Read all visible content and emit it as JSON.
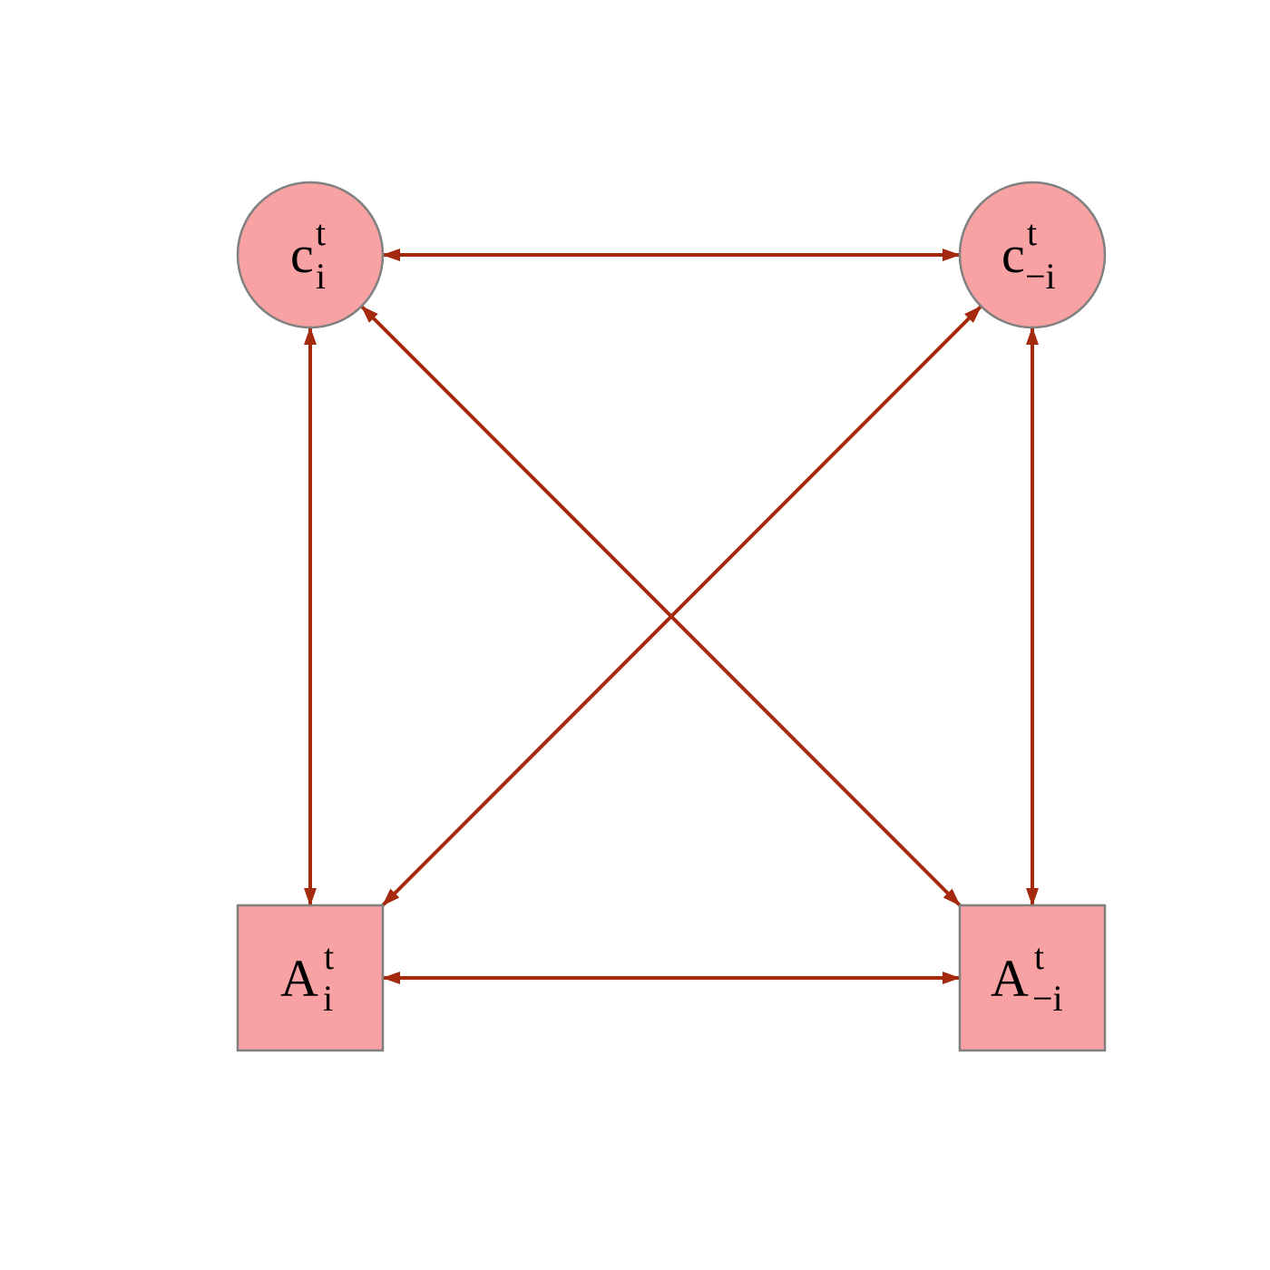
{
  "colors": {
    "node_fill": "#f8a2a3",
    "node_stroke": "#808080",
    "edge": "#a52a0d",
    "background": "#ffffff"
  },
  "nodes": [
    {
      "id": "c_i",
      "shape": "circle",
      "base": "c",
      "sup": "t",
      "sub": "i"
    },
    {
      "id": "c_neg_i",
      "shape": "circle",
      "base": "c",
      "sup": "t",
      "sub": "−i"
    },
    {
      "id": "A_i",
      "shape": "square",
      "base": "A",
      "sup": "t",
      "sub": "i"
    },
    {
      "id": "A_neg_i",
      "shape": "square",
      "base": "A",
      "sup": "t",
      "sub": "−i"
    }
  ],
  "edges": [
    {
      "from": "c_i",
      "to": "c_neg_i",
      "direction": "both"
    },
    {
      "from": "A_i",
      "to": "A_neg_i",
      "direction": "both"
    },
    {
      "from": "c_i",
      "to": "A_i",
      "direction": "both"
    },
    {
      "from": "c_neg_i",
      "to": "A_neg_i",
      "direction": "both"
    },
    {
      "from": "c_i",
      "to": "A_neg_i",
      "direction": "both"
    },
    {
      "from": "c_neg_i",
      "to": "A_i",
      "direction": "both"
    }
  ]
}
